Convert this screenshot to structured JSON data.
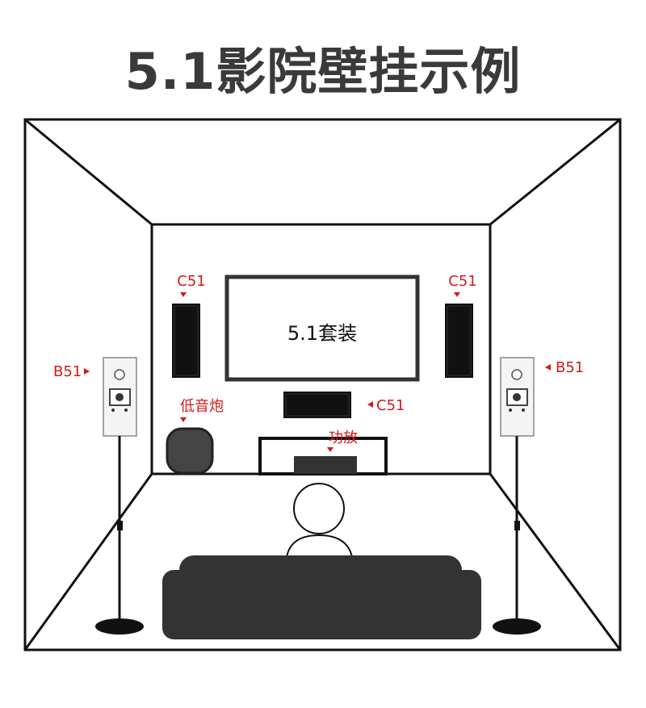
{
  "title": "5.1影院壁挂示例",
  "screen": {
    "label": "5.1套装"
  },
  "labels": {
    "front_left": "C51",
    "front_right": "C51",
    "center": "C51",
    "surround_left": "B51",
    "surround_right": "B51",
    "subwoofer": "低音炮",
    "amplifier": "功放"
  },
  "colors": {
    "label_red": "#d11a1a",
    "title_gray": "#3a3a3a",
    "speaker_black": "#111111",
    "sofa_dark": "#333333"
  }
}
